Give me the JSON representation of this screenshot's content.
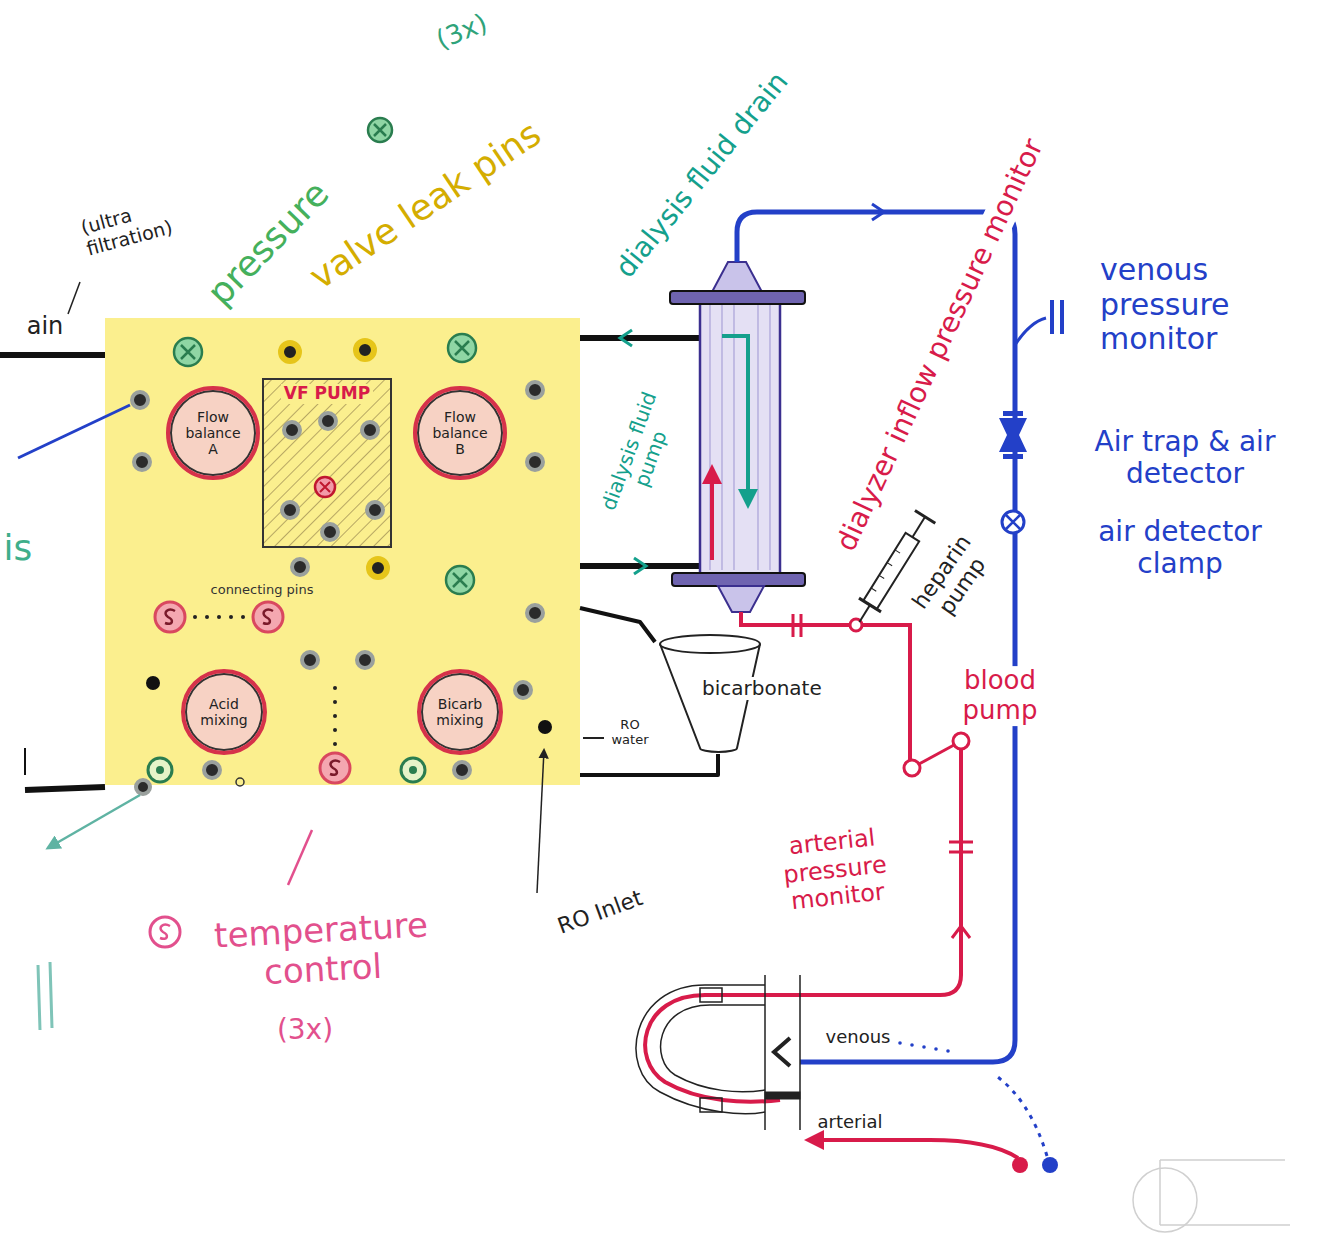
{
  "diagram": {
    "nodes": [
      {
        "text": [
          "connecting pins"
        ]
      },
      {
        "text": [
          "Flow balance A"
        ],
        "in": 0
      },
      {
        "text": [
          "VF PUMP"
        ],
        "in": 0
      },
      {
        "text": [
          "Flow balance B"
        ],
        "in": 0
      },
      {
        "text": [
          "Acid mixing"
        ],
        "in": 0
      },
      {
        "text": [
          "Bicarb mixing"
        ],
        "in": 0
      },
      {
        "text": [
          "bicarbonate"
        ]
      }
    ],
    "edges": [
      {
        "from": 0,
        "to": 6,
        "arrow": "none"
      },
      {
        "from": 6,
        "to": 0,
        "arrow": "none"
      }
    ],
    "labels": [
      "(3x)",
      "pressure",
      "valve leak pins",
      "(ultra filtration)",
      "ain",
      "is",
      "dialysis fluid drain",
      "dialyzer inflow pressure monitor",
      "venous pressure monitor",
      "Air trap & air detector",
      "air detector clamp",
      "dialysis fluid pump",
      "heparin pump",
      "RO water",
      "RO Inlet",
      "blood pump",
      "arterial pressure monitor",
      "venous",
      "arterial",
      "temperature control",
      "(3x)"
    ]
  }
}
